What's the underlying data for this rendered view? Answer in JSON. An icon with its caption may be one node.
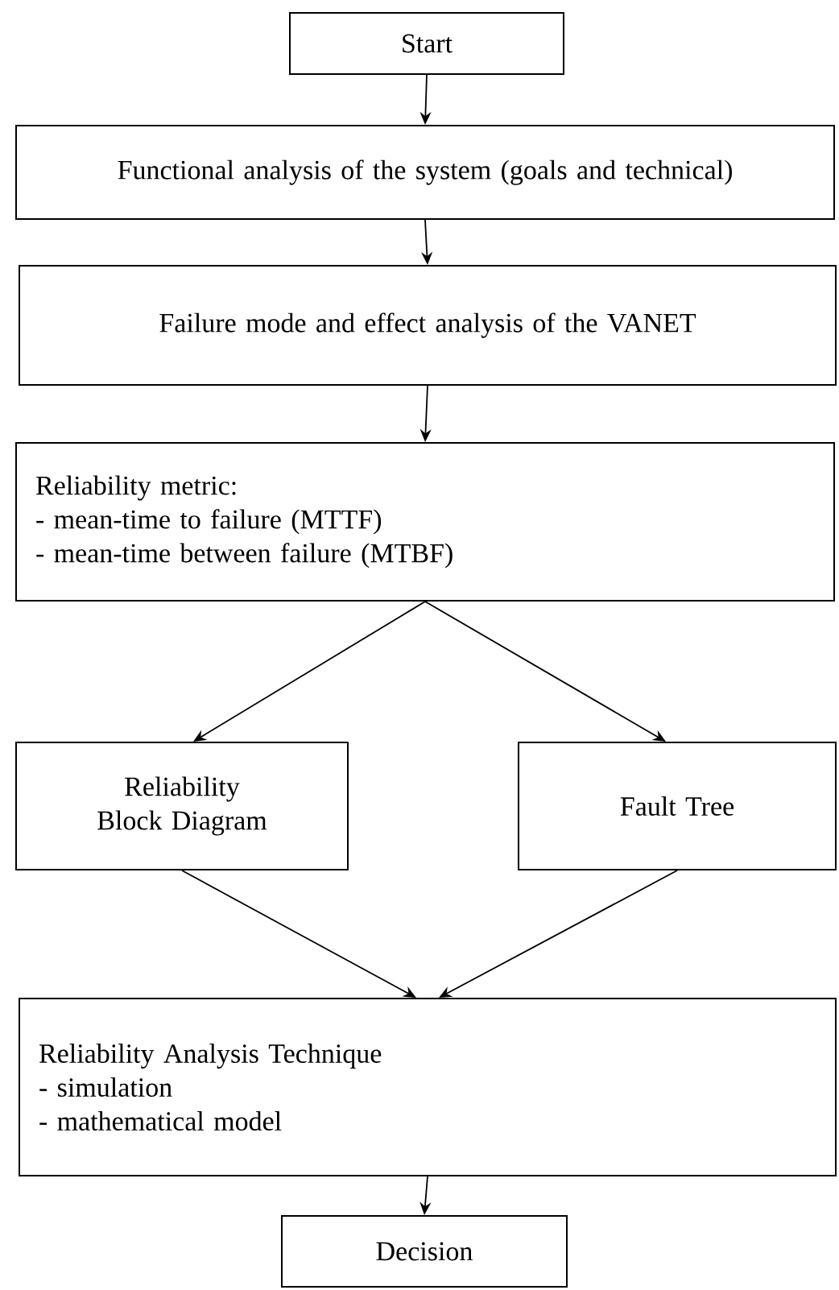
{
  "diagram": {
    "nodes": [
      {
        "text": [
          "Start"
        ]
      },
      {
        "text": [
          "Functional analysis of the system (goals and technical)"
        ]
      },
      {
        "text": [
          "Failure mode and effect analysis of the VANET"
        ]
      },
      {
        "text": [
          "Reliability metric:",
          "- mean-time to failure (MTTF)",
          "- mean-time between failure (MTBF)"
        ]
      },
      {
        "text": [
          "Reliability Block Diagram"
        ]
      },
      {
        "text": [
          "Fault Tree"
        ]
      },
      {
        "text": [
          "Reliability Analysis Technique",
          "- simulation",
          "- mathematical model"
        ]
      },
      {
        "text": [
          "Decision"
        ]
      }
    ],
    "edges": [
      {
        "from": 0,
        "to": 1,
        "arrow": "to"
      },
      {
        "from": 1,
        "to": 2,
        "arrow": "to"
      },
      {
        "from": 2,
        "to": 3,
        "arrow": "to"
      },
      {
        "from": 3,
        "to": 4,
        "arrow": "to"
      },
      {
        "from": 3,
        "to": 5,
        "arrow": "to"
      },
      {
        "from": 4,
        "to": 6,
        "arrow": "to"
      },
      {
        "from": 5,
        "to": 6,
        "arrow": "to"
      },
      {
        "from": 6,
        "to": 7,
        "arrow": "to"
      }
    ]
  }
}
